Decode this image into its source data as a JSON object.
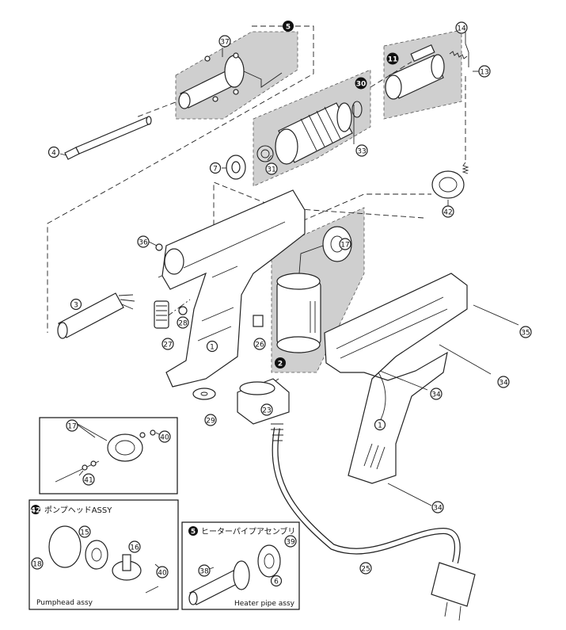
{
  "diagram": {
    "callouts": {
      "c1a": "1",
      "c1b": "1",
      "c2": "2",
      "c3": "3",
      "c4": "4",
      "c5": "5",
      "c5b": "5",
      "c6": "6",
      "c7": "7",
      "c11": "11",
      "c13": "13",
      "c14": "14",
      "c15": "15",
      "c16": "16",
      "c17a": "17",
      "c17b": "17",
      "c18": "18",
      "c23": "23",
      "c25": "25",
      "c26": "26",
      "c27": "27",
      "c28": "28",
      "c29": "29",
      "c30": "30",
      "c31": "31",
      "c33": "33",
      "c34a": "34",
      "c34b": "34",
      "c34c": "34",
      "c35": "35",
      "c36": "36",
      "c37": "37",
      "c38": "38",
      "c39": "39",
      "c40a": "40",
      "c40b": "40",
      "c41": "41",
      "c42": "42",
      "c42b": "42"
    },
    "insets": {
      "pump_title_jp": "ポンプヘッドASSY",
      "pump_caption": "Pumphead assy",
      "heater_title_jp": "ヒーターパイプアセンブリ",
      "heater_caption": "Heater pipe assy"
    }
  }
}
